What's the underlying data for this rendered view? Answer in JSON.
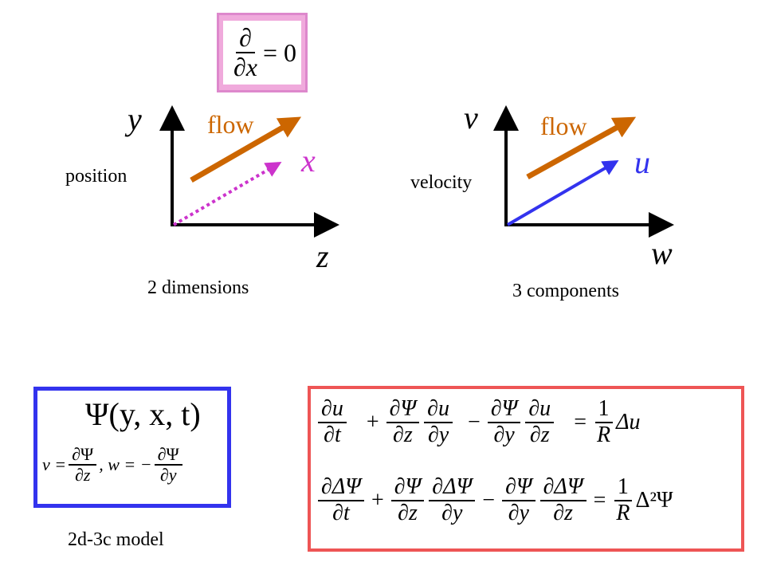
{
  "colors": {
    "flow_arrow": "#cc6600",
    "x_arrow": "#cc33cc",
    "u_arrow": "#3333ee",
    "axis": "#000000",
    "top_box_fill": "#f0aadc",
    "top_box_border": "#dd88cc",
    "blue_box_border": "#3333ee",
    "red_box_border": "#ee5555"
  },
  "top_equation": {
    "num": "∂",
    "den": "∂x",
    "rhs": "= 0"
  },
  "position_diagram": {
    "y_label": "y",
    "flow_label": "flow",
    "x_label": "x",
    "z_label": "z",
    "side_label": "position",
    "caption": "2 dimensions"
  },
  "velocity_diagram": {
    "v_label": "v",
    "flow_label": "flow",
    "u_label": "u",
    "w_label": "w",
    "side_label": "velocity",
    "caption": "3 components"
  },
  "model_box": {
    "psi_line": "Ψ(y, x, t)",
    "v_lhs": "v =",
    "v_num": "∂Ψ",
    "v_den": "∂z",
    "sep": ", w = −",
    "w_num": "∂Ψ",
    "w_den": "∂y",
    "caption": "2d-3c model"
  },
  "equations": {
    "eq1": {
      "t1_num": "∂u",
      "t1_den": "∂t",
      "op1": "+",
      "t2_num": "∂Ψ",
      "t2_den": "∂z",
      "t3_num": "∂u",
      "t3_den": "∂y",
      "op2": "−",
      "t4_num": "∂Ψ",
      "t4_den": "∂y",
      "t5_num": "∂u",
      "t5_den": "∂z",
      "eq": "=",
      "r_num": "1",
      "r_den": "R",
      "rhs": "Δu"
    },
    "eq2": {
      "t1_num": "∂ΔΨ",
      "t1_den": "∂t",
      "op1": "+",
      "t2_num": "∂Ψ",
      "t2_den": "∂z",
      "t3_num": "∂ΔΨ",
      "t3_den": "∂y",
      "op2": "−",
      "t4_num": "∂Ψ",
      "t4_den": "∂y",
      "t5_num": "∂ΔΨ",
      "t5_den": "∂z",
      "eq": "=",
      "r_num": "1",
      "r_den": "R",
      "rhs": "Δ²Ψ"
    }
  }
}
